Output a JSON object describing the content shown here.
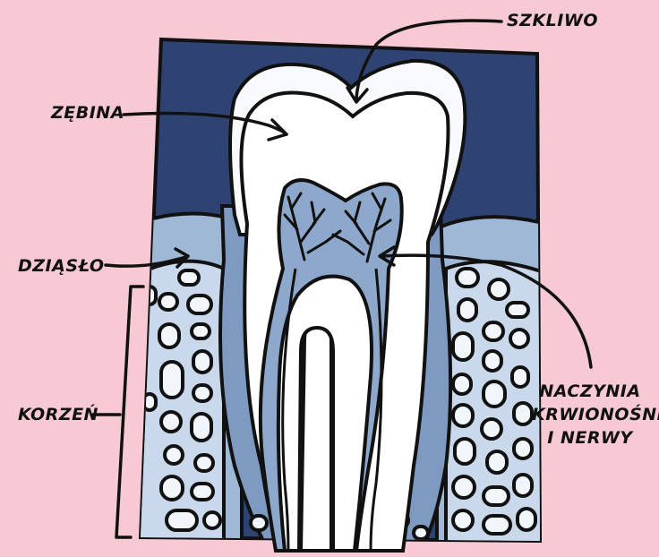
{
  "labels": {
    "enamel": "SZKLIWO",
    "dentin": "ZĘBINA",
    "gum": "DZIĄSŁO",
    "root": "KORZEŃ",
    "vessels": [
      "NACZYNIA",
      "KRWIONOŚNE",
      "I NERWY"
    ]
  },
  "colors": {
    "background": "#f6c9d3",
    "panel": "#2f4373",
    "enamel": "#f7f9fc",
    "dentin": "#ffffff",
    "pulp": "#8ea8cc",
    "gum": "#9fb8d6",
    "bone": "#c9d9eb",
    "outline": "#111111"
  }
}
